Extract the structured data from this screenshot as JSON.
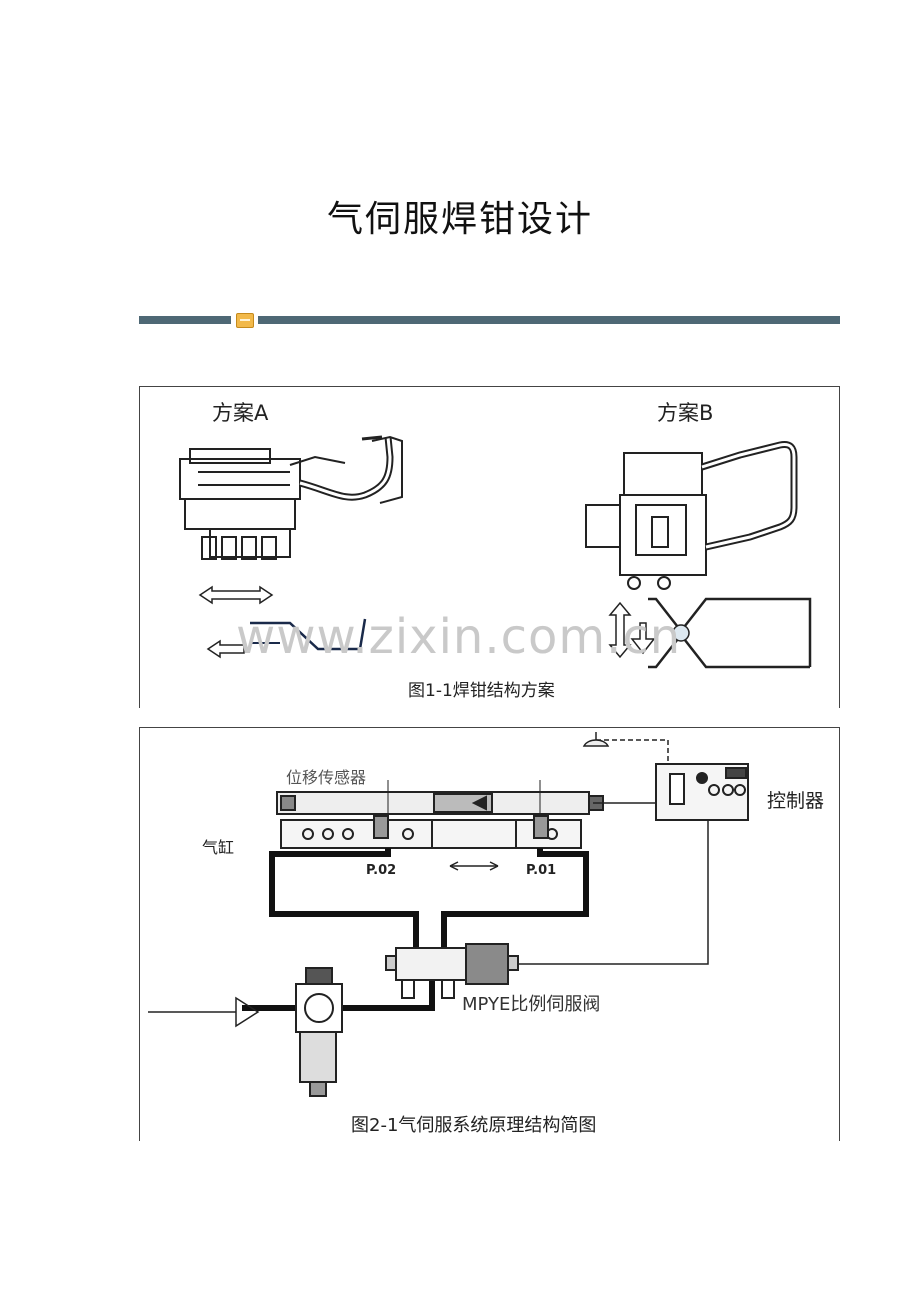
{
  "document": {
    "title": "气伺服焊钳设计"
  },
  "figure1": {
    "plan_a_label": "方案A",
    "plan_b_label": "方案B",
    "caption": "图1-1焊钳结构方案",
    "watermark": "www.zixin.com.cn"
  },
  "figure2": {
    "sensor_label": "位移传感器",
    "cylinder_label": "气缸",
    "controller_label": "控制器",
    "port_p02": "P.02",
    "port_p01": "P.01",
    "valve_label": "MPYE比例伺服阀",
    "caption": "图2-1气伺服系统原理结构简图"
  },
  "colors": {
    "rule": "#4e6875",
    "rule_marker": "#f2b94a",
    "line_art": "#222222",
    "watermark": "#c9c9c9"
  }
}
